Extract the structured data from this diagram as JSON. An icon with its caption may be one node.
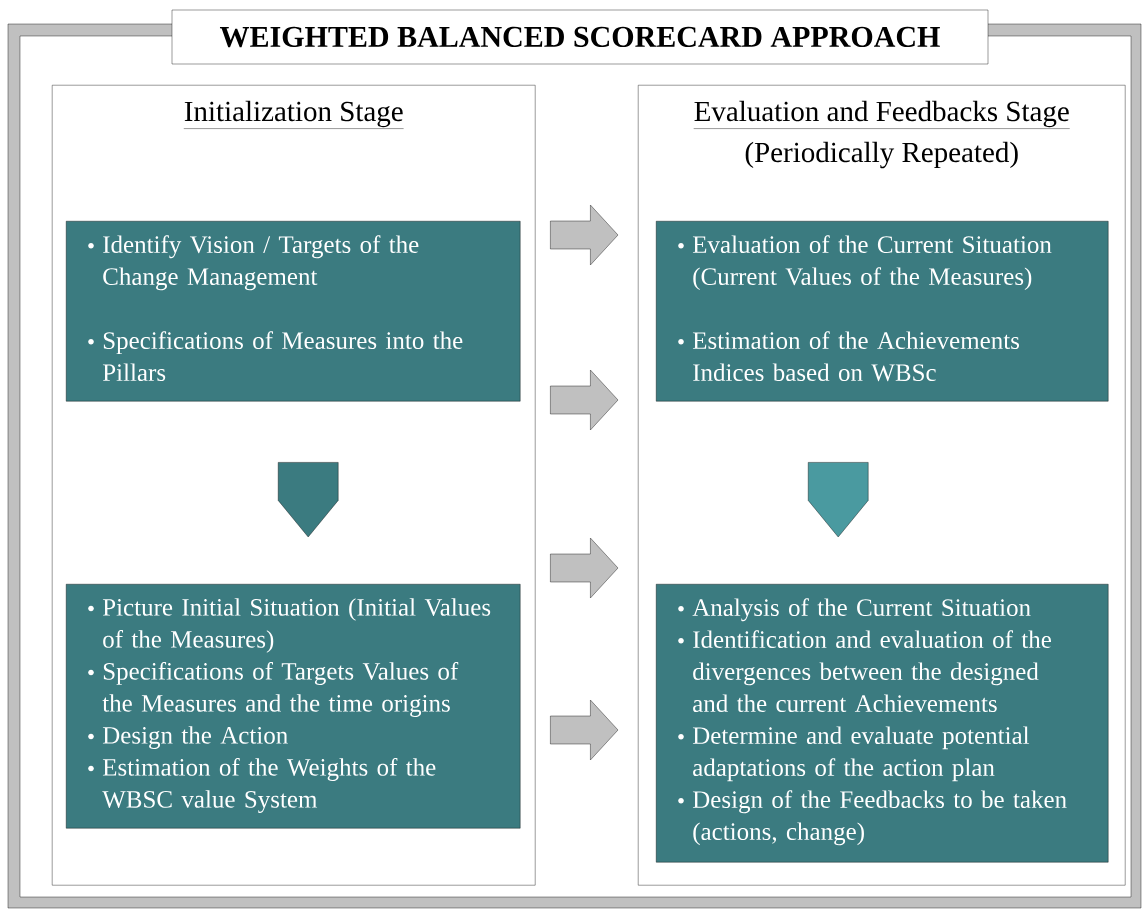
{
  "diagram": {
    "title": "WEIGHTED BALANCED  SCORECARD APPROACH",
    "nodes": [
      {
        "text": [
          "Initialization Stage"
        ]
      },
      {
        "text": [
          "Identify Vision / Targets of the Change Management",
          "Specifications of Measures into the Pillars"
        ],
        "in": 0
      },
      {
        "text": [
          "Picture Initial Situation (Initial Values of the Measures)",
          "Specifications of  Targets Values of the Measures and the time origins",
          "Design the Action",
          "Estimation of the Weights of the WBSC value System"
        ],
        "in": 0
      },
      {
        "text": [
          "Evaluation and Feedbacks Stage",
          "(Periodically Repeated)"
        ]
      },
      {
        "text": [
          "Evaluation of the Current Situation (Current Values of the Measures)",
          "Estimation of the Achievements Indices based on WBSc"
        ],
        "in": 3
      },
      {
        "text": [
          "Analysis of the Current Situation",
          "Identification and evaluation of the divergences between the designed and the current Achievements",
          "Determine and evaluate potential adaptations of the action plan",
          "Design of the Feedbacks to be taken (actions, change)"
        ],
        "in": 3
      }
    ],
    "edges": [
      {
        "from": 1,
        "to": 2,
        "arrow": "to",
        "color": "#3b7b80"
      },
      {
        "from": 4,
        "to": 5,
        "arrow": "to",
        "color": "#4a9aa0"
      },
      {
        "from": 0,
        "to": 3,
        "arrow": "to",
        "color": "#c0c0c0"
      },
      {
        "from": 0,
        "to": 3,
        "arrow": "to",
        "color": "#c0c0c0"
      },
      {
        "from": 0,
        "to": 3,
        "arrow": "to",
        "color": "#c0c0c0"
      },
      {
        "from": 0,
        "to": 3,
        "arrow": "to",
        "color": "#c0c0c0"
      }
    ]
  }
}
